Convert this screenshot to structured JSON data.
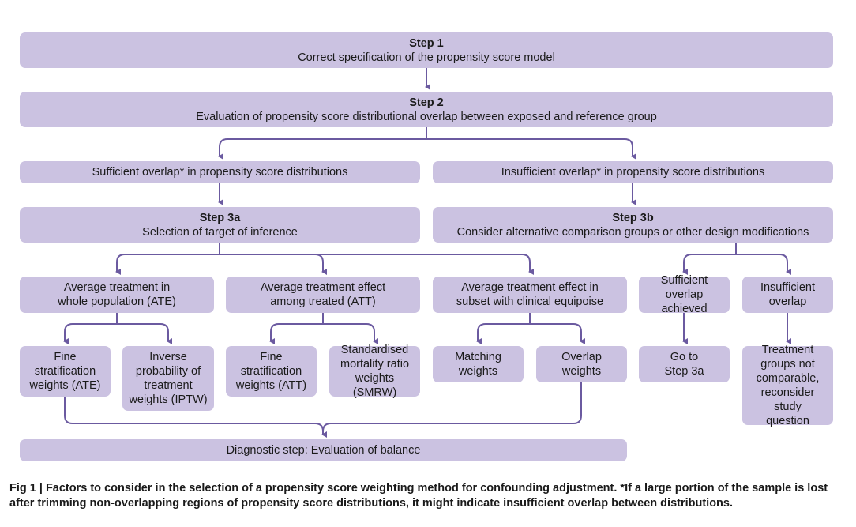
{
  "boxes": {
    "step1": {
      "title": "Step 1",
      "text": "Correct specification of the propensity score model"
    },
    "step2": {
      "title": "Step 2",
      "text": "Evaluation of propensity score distributional overlap between exposed and reference group"
    },
    "sufficient": {
      "text": "Sufficient overlap* in propensity score distributions"
    },
    "insufficient": {
      "text": "Insufficient overlap* in propensity score distributions"
    },
    "step3a": {
      "title": "Step 3a",
      "text": "Selection of target of inference"
    },
    "step3b": {
      "title": "Step 3b",
      "text": "Consider alternative comparison groups or other design modifications"
    },
    "ate": {
      "text": "Average treatment in\nwhole population (ATE)"
    },
    "att": {
      "text": "Average treatment effect\namong treated (ATT)"
    },
    "equipoise": {
      "text": "Average treatment effect in\nsubset with clinical equipoise"
    },
    "suff_achieved": {
      "text": "Sufficient\noverlap achieved"
    },
    "insuff_overlap": {
      "text": "Insufficient\noverlap"
    },
    "fine_ate": {
      "text": "Fine\nstratification\nweights (ATE)"
    },
    "iptw": {
      "text": "Inverse\nprobability of\ntreatment\nweights (IPTW)"
    },
    "fine_att": {
      "text": "Fine\nstratification\nweights (ATT)"
    },
    "smrw": {
      "text": "Standardised\nmortality ratio\nweights (SMRW)"
    },
    "matching": {
      "text": "Matching\nweights"
    },
    "overlap_w": {
      "text": "Overlap\nweights"
    },
    "goto3a": {
      "text": "Go to\nStep 3a"
    },
    "not_comparable": {
      "text": "Treatment\ngroups not\ncomparable,\nreconsider study\nquestion"
    },
    "diagnostic": {
      "text": "Diagnostic step: Evaluation of balance"
    }
  },
  "caption": "Fig 1 | Factors to consider in the selection of a propensity score weighting method for confounding adjustment. *If a large portion of the sample is lost after trimming non-overlapping regions of propensity score distributions, it might indicate insufficient overlap between distributions.",
  "colors": {
    "box": "#cbc2e1",
    "connector": "#6b5aa0"
  }
}
